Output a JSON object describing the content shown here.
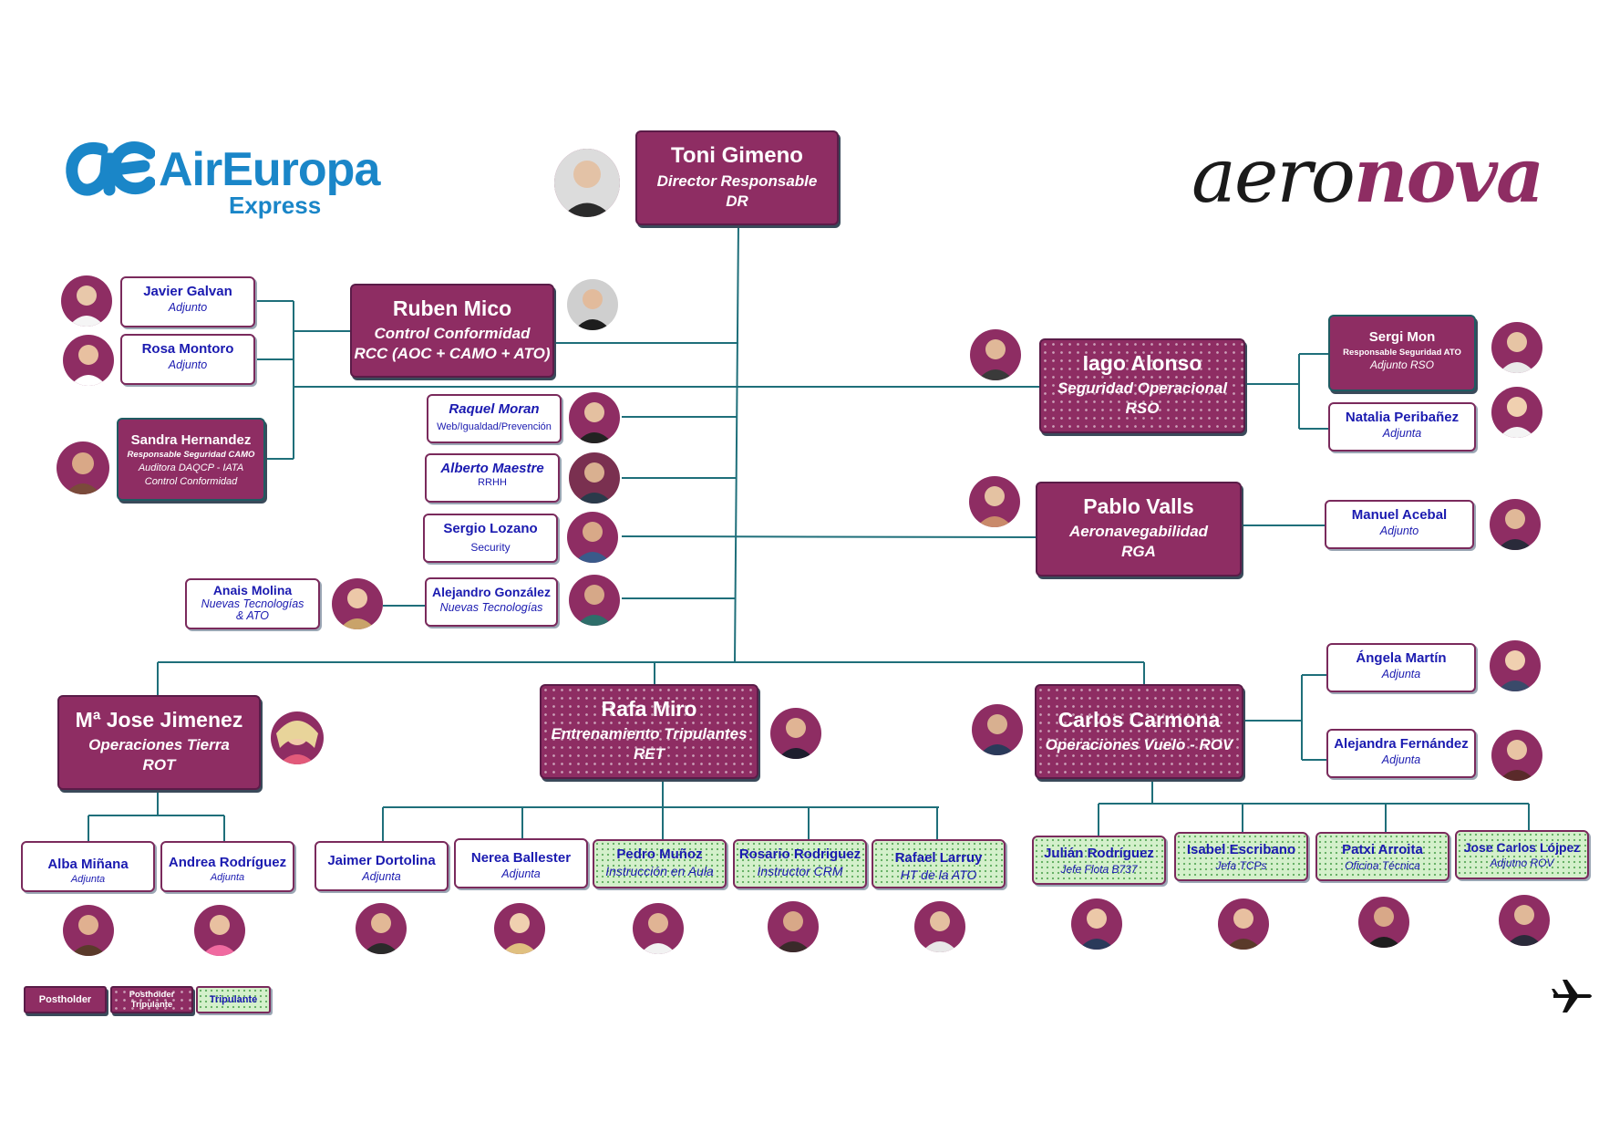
{
  "logos": {
    "left_text": "AirEuropa",
    "left_sub": "Express",
    "right_text_a": "aero",
    "right_text_b": "nova"
  },
  "people": {
    "gimeno": {
      "name": "Toni Gimeno",
      "role": "Director Responsable",
      "code": "DR"
    },
    "mico": {
      "name": "Ruben Mico",
      "role": "Control Conformidad",
      "code": "RCC (AOC + CAMO + ATO)"
    },
    "galvan": {
      "name": "Javier Galvan",
      "role": "Adjunto"
    },
    "montoro": {
      "name": "Rosa Montoro",
      "role": "Adjunto"
    },
    "hernandez": {
      "name": "Sandra Hernandez",
      "line1": "Responsable Seguridad CAMO",
      "line2": "Auditora DAQCP - IATA",
      "line3": "Control Conformidad"
    },
    "moran": {
      "name": "Raquel Moran",
      "role": "Web/Igualdad/Prevención"
    },
    "maestre": {
      "name": "Alberto Maestre",
      "role": "RRHH"
    },
    "lozano": {
      "name": "Sergio Lozano",
      "role": "Security"
    },
    "gonzalez": {
      "name": "Alejandro González",
      "role": "Nuevas Tecnologías"
    },
    "molina": {
      "name": "Anais Molina",
      "role": "Nuevas Tecnologías",
      "role2": "& ATO"
    },
    "alonso": {
      "name": "Iago Alonso",
      "role": "Seguridad Operacional",
      "code": "RSO"
    },
    "mon": {
      "name": "Sergi Mon",
      "line1": "Responsable Seguridad ATO",
      "line2": "Adjunto RSO"
    },
    "peribanez": {
      "name": "Natalia Peribañez",
      "role": "Adjunta"
    },
    "valls": {
      "name": "Pablo Valls",
      "role": "Aeronavegabilidad",
      "code": "RGA"
    },
    "acebal": {
      "name": "Manuel Acebal",
      "role": "Adjunto"
    },
    "jimenez": {
      "name": "Mª Jose Jimenez",
      "role": "Operaciones Tierra",
      "code": "ROT"
    },
    "miro": {
      "name": "Rafa Miro",
      "role": "Entrenamiento Tripulantes",
      "code": "RET"
    },
    "carmona": {
      "name": "Carlos Carmona",
      "role": "Operaciones Vuelo - ROV"
    },
    "martin": {
      "name": "Ángela Martín",
      "role": "Adjunta"
    },
    "fernandez": {
      "name": "Alejandra Fernández",
      "role": "Adjunta"
    },
    "minana": {
      "name": "Alba Miñana",
      "role": "Adjunta"
    },
    "rodriguez_a": {
      "name": "Andrea Rodríguez",
      "role": "Adjunta"
    },
    "dortolina": {
      "name": "Jaimer Dortolina",
      "role": "Adjunta"
    },
    "ballester": {
      "name": "Nerea Ballester",
      "role": "Adjunta"
    },
    "munoz": {
      "name": "Pedro Muñoz",
      "role": "Instrucción en Aula"
    },
    "rosario": {
      "name": "Rosario Rodriguez",
      "role": "Instructor CRM"
    },
    "larruy": {
      "name": "Rafael Larruy",
      "role": "HT de la ATO"
    },
    "julian": {
      "name": "Julián Rodríguez",
      "role": "Jefe Flota B737"
    },
    "escribano": {
      "name": "Isabel Escribano",
      "role": "Jefa TCPs"
    },
    "arroita": {
      "name": "Patxi Arroita",
      "role": "Oficina Técnica"
    },
    "lopez": {
      "name": "Jose Carlos Lójpez",
      "role": "Adjutno ROV"
    }
  },
  "legend": {
    "postholder": "Postholder",
    "postholder_crew_1": "Postholder",
    "postholder_crew_2": "Tripulante",
    "crew": "Tripulante"
  },
  "colors": {
    "primary": "#8e2d63",
    "line": "#1f6f7a",
    "text_blue": "#1a1ab0",
    "crew_green": "#d4f0cb",
    "logo_blue": "#1a86c8"
  },
  "icons": {
    "corner": "airplane-icon"
  }
}
